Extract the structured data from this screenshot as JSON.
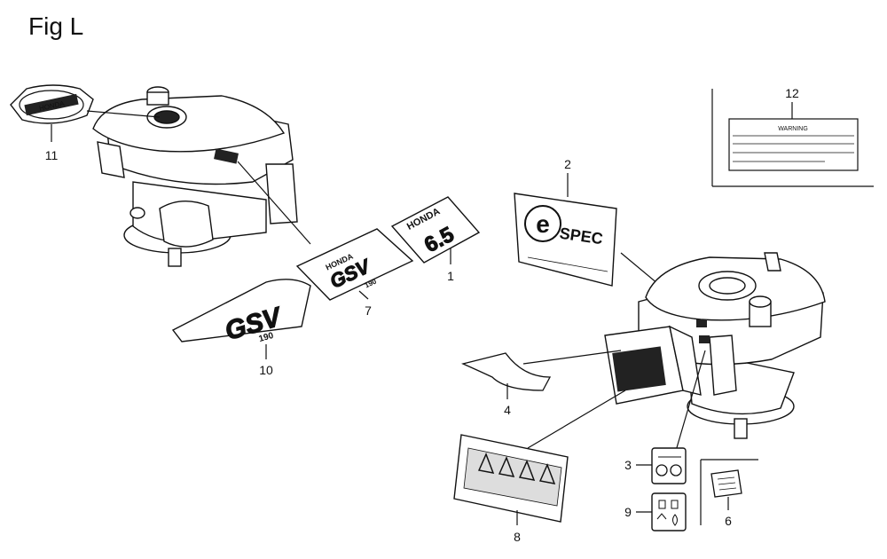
{
  "figure": {
    "title": "Fig L"
  },
  "callouts": {
    "c1": "1",
    "c2": "2",
    "c3": "3",
    "c4": "4",
    "c5": "6",
    "c7": "7",
    "c8": "8",
    "c9": "9",
    "c10": "10",
    "c11": "11",
    "c12": "12"
  },
  "labels": {
    "honda": "HONDA",
    "gsv": "GSV",
    "gsv_model": "190",
    "rating": "6.5",
    "espec_e": "e",
    "espec_spec": "SPEC",
    "warning": "WARNING",
    "emblem": "HONDA"
  },
  "colors": {
    "line": "#111111",
    "fill_dark": "#222222",
    "paper": "#ffffff",
    "shade": "#bbbbbb"
  }
}
